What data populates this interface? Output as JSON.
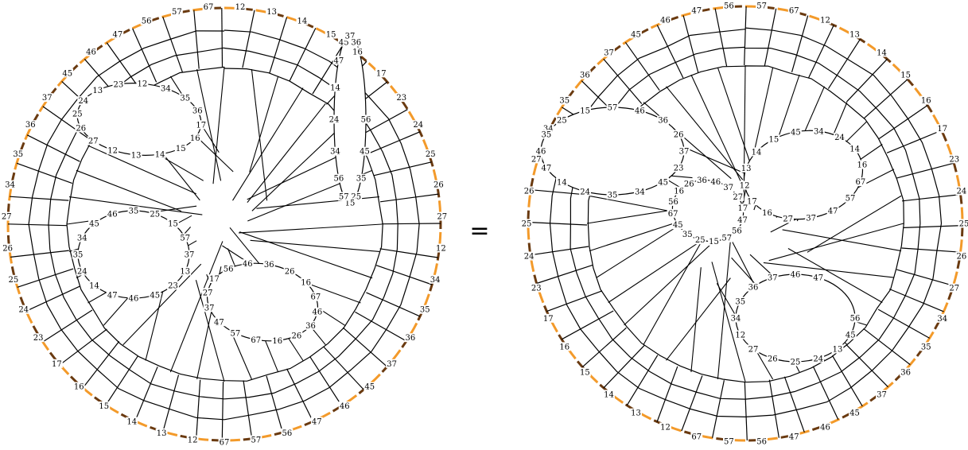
{
  "equals_sign": "=",
  "colors": {
    "edge": "#000000",
    "boundary_light": "#f39a2a",
    "boundary_dark": "#6a3a10",
    "background": "#ffffff"
  },
  "left_diagram": {
    "boundary_labels": [
      "12",
      "13",
      "14",
      "15",
      "16",
      "17",
      "23",
      "24",
      "25",
      "26",
      "27",
      "12",
      "34",
      "35",
      "36",
      "37",
      "45",
      "46",
      "47",
      "56",
      "57",
      "67",
      "12",
      "13",
      "14",
      "15",
      "16",
      "17",
      "23",
      "24",
      "25",
      "26",
      "27",
      "34",
      "35",
      "36",
      "37",
      "45",
      "46",
      "47",
      "56",
      "57",
      "67"
    ],
    "inner_labels": [
      "17",
      "16",
      "15",
      "14",
      "13",
      "12",
      "27",
      "26",
      "25",
      "24",
      "13",
      "23",
      "12",
      "34",
      "35",
      "36",
      "37",
      "13",
      "23",
      "45",
      "46",
      "47",
      "14",
      "24",
      "35",
      "34",
      "45",
      "46",
      "35",
      "25",
      "15",
      "57",
      "46",
      "36",
      "26",
      "16",
      "67",
      "57",
      "47",
      "37",
      "27",
      "17",
      "56",
      "46",
      "36",
      "26",
      "16",
      "67",
      "56",
      "45",
      "35",
      "25",
      "15",
      "57",
      "56",
      "34",
      "24",
      "14",
      "47",
      "45",
      "37",
      "36"
    ]
  },
  "right_diagram": {
    "boundary_labels": [
      "57",
      "67",
      "12",
      "13",
      "14",
      "15",
      "16",
      "17",
      "23",
      "24",
      "25",
      "26",
      "27",
      "34",
      "35",
      "36",
      "37",
      "45",
      "46",
      "47",
      "56",
      "57",
      "67",
      "12",
      "13",
      "14",
      "15",
      "16",
      "17",
      "23",
      "24",
      "25",
      "26",
      "27",
      "34",
      "35",
      "36",
      "37",
      "45",
      "46",
      "47",
      "56"
    ],
    "inner_labels": [
      "37",
      "23",
      "45",
      "34",
      "35",
      "24",
      "14",
      "47",
      "46",
      "35",
      "25",
      "15",
      "57",
      "46",
      "36",
      "26",
      "16",
      "67",
      "57",
      "47",
      "37",
      "27",
      "16",
      "17",
      "12",
      "13",
      "14",
      "15",
      "45",
      "34",
      "24",
      "14",
      "47",
      "56",
      "57",
      "15",
      "25",
      "35",
      "45",
      "67",
      "56",
      "16",
      "26",
      "36",
      "46",
      "37",
      "27",
      "17",
      "56",
      "45",
      "13",
      "24",
      "25",
      "26",
      "27",
      "12",
      "34",
      "35",
      "36",
      "37",
      "46",
      "47"
    ]
  }
}
